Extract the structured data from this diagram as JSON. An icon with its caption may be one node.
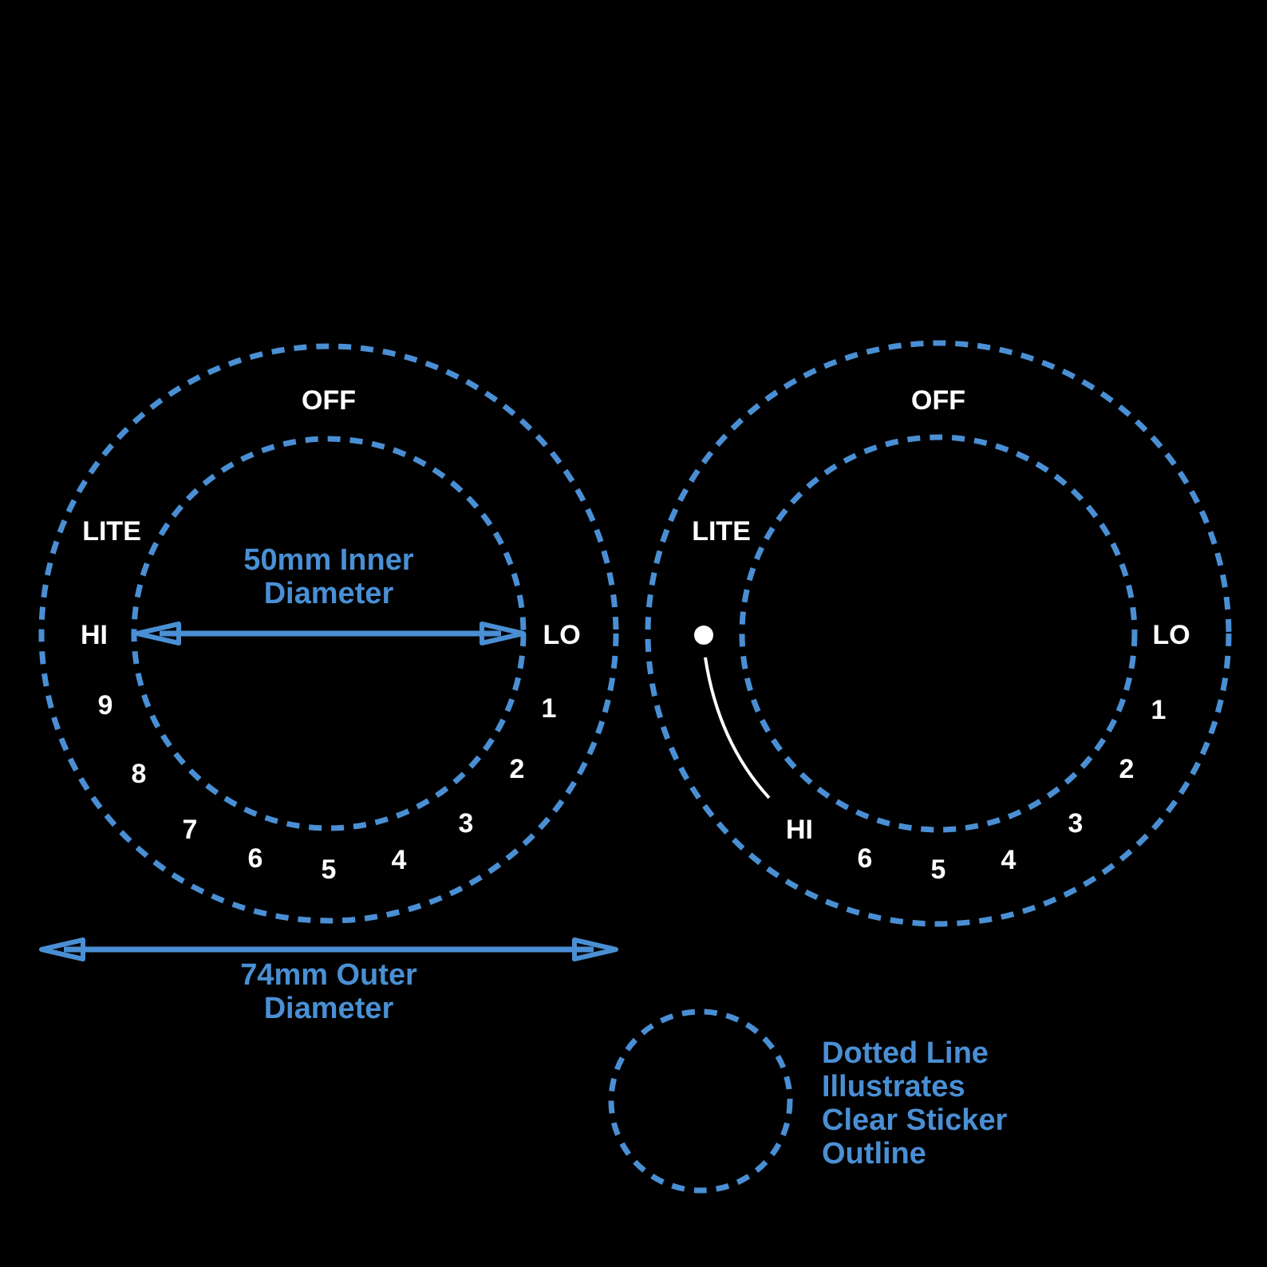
{
  "diagram": {
    "labels": [
      "OFF",
      "LITE",
      "50mm Inner Diameter",
      "HI",
      "LO",
      "9",
      "1",
      "8",
      "2",
      "7",
      "3",
      "6",
      "4",
      "5",
      "74mm Outer Diameter",
      "OFF",
      "LITE",
      "LO",
      "1",
      "2",
      "HI",
      "3",
      "6",
      "4",
      "5"
    ],
    "legend": [
      {
        "text": "Dotted Line Illustrates Clear Sticker Outline"
      }
    ]
  }
}
